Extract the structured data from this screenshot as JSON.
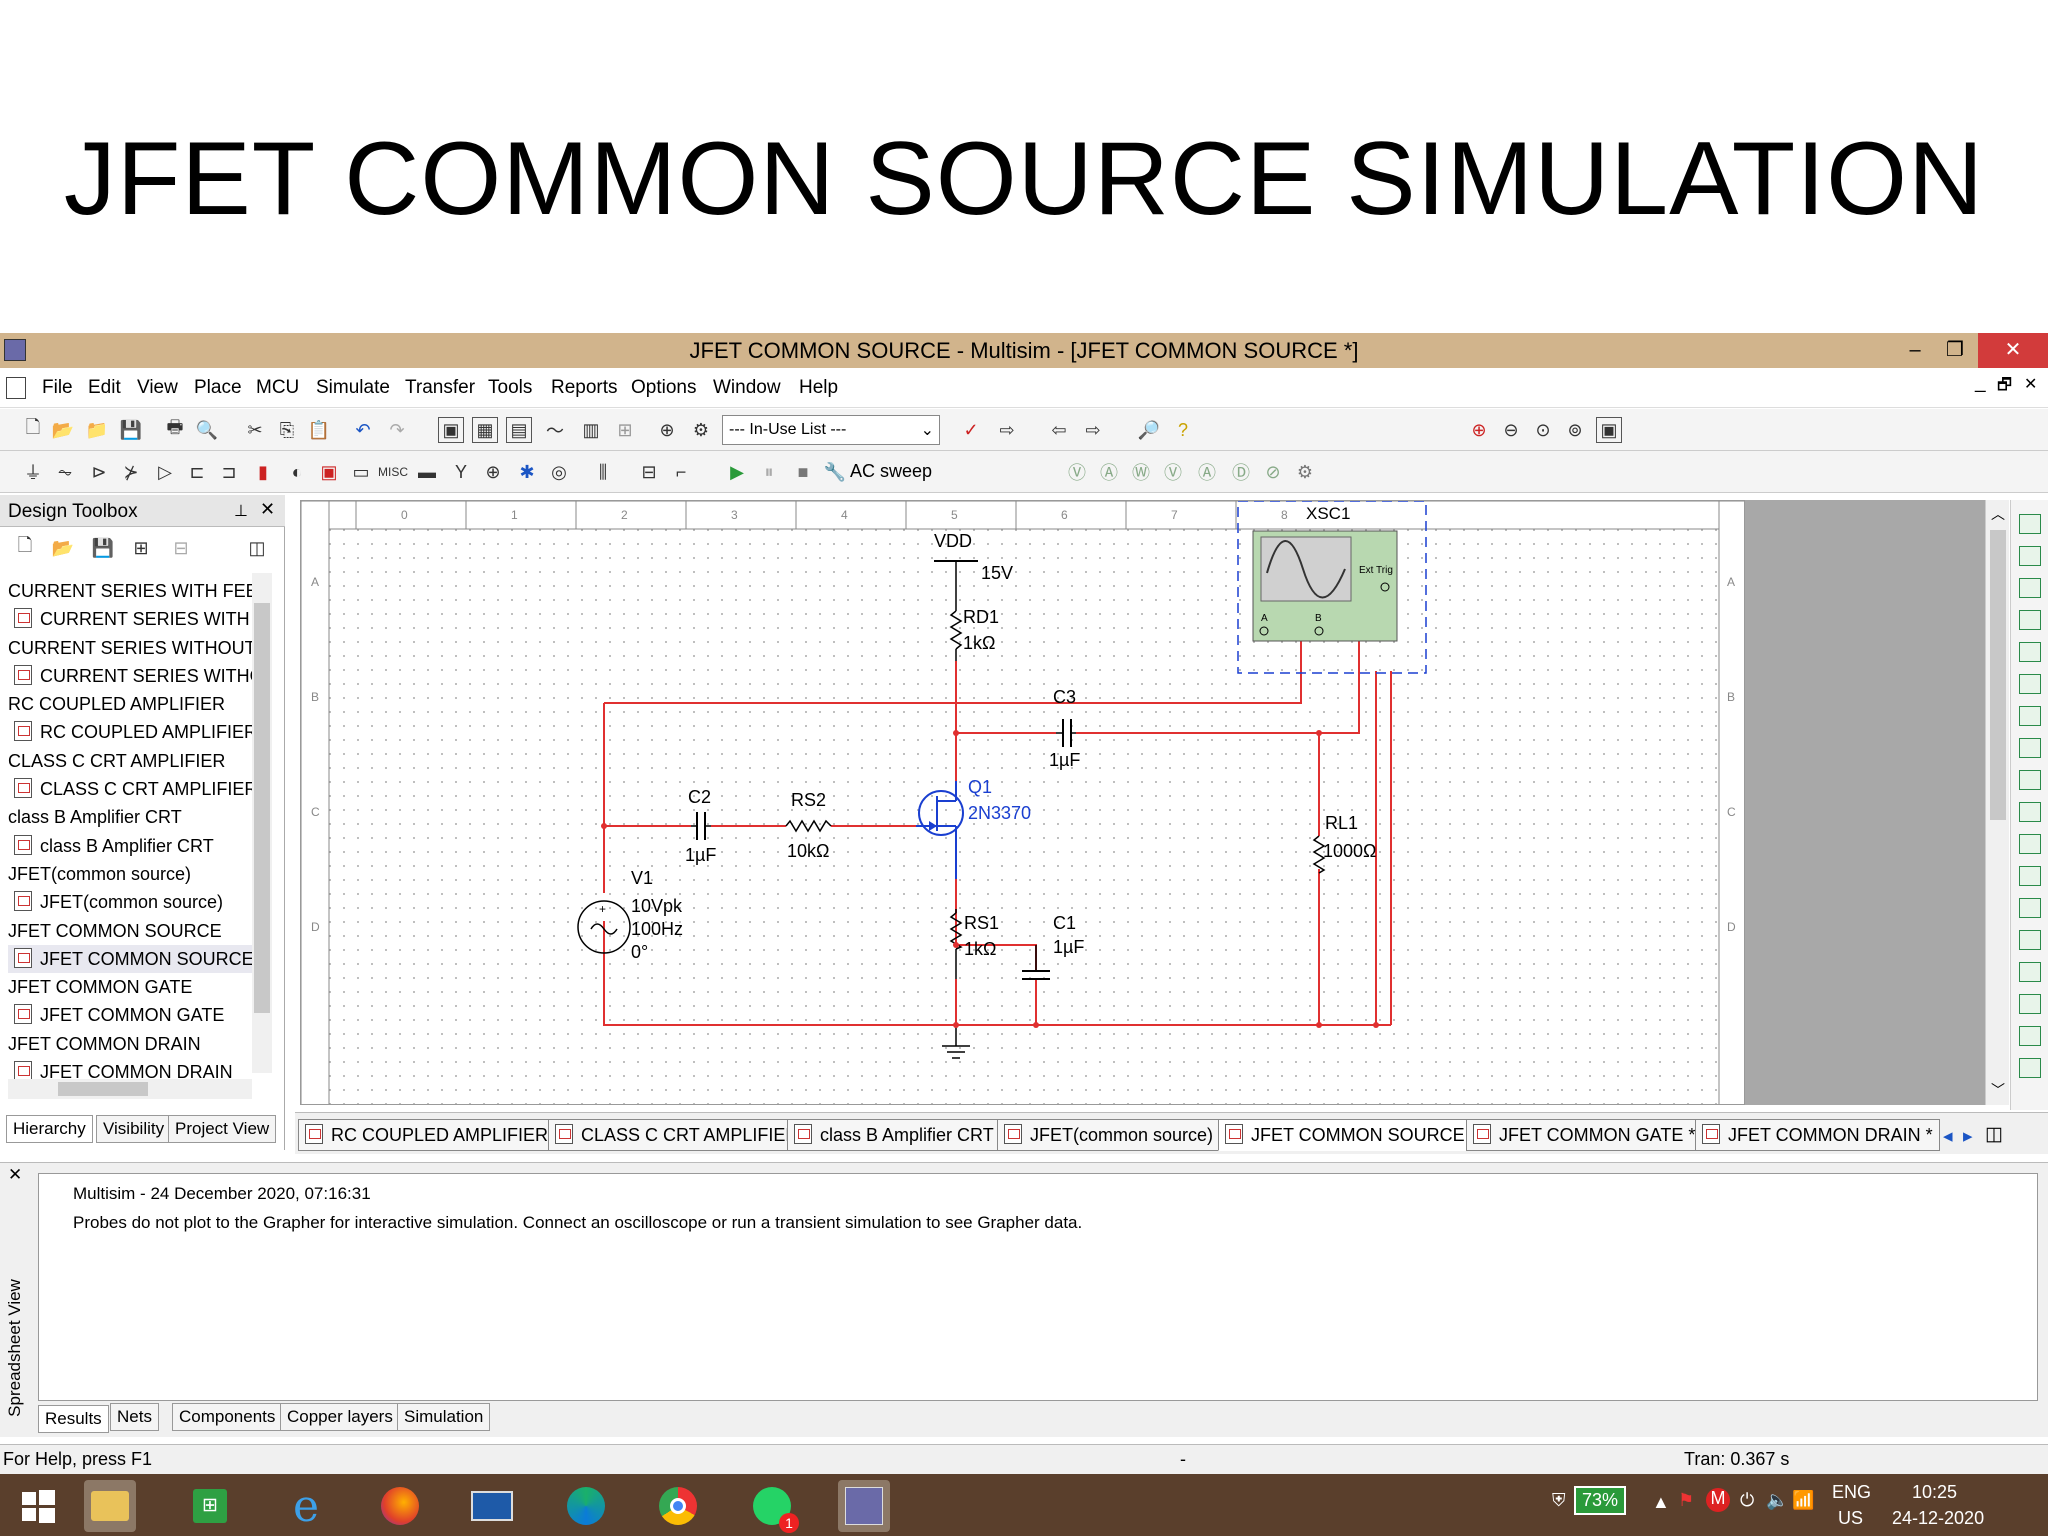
{
  "slide": {
    "title": "JFET COMMON SOURCE SIMULATION"
  },
  "window": {
    "title": "JFET COMMON SOURCE - Multisim - [JFET COMMON SOURCE *]",
    "min": "–",
    "restore": "❐",
    "close": "✕",
    "mdi_min": "_",
    "mdi_restore": "🗗",
    "mdi_close": "✕"
  },
  "menu": [
    "File",
    "Edit",
    "View",
    "Place",
    "MCU",
    "Simulate",
    "Transfer",
    "Tools",
    "Reports",
    "Options",
    "Window",
    "Help"
  ],
  "toolbar": {
    "inuse_list": "--- In-Use List ---",
    "ac_sweep": "AC sweep"
  },
  "toolbox": {
    "title": "Design Toolbox",
    "items": [
      {
        "label": "CURRENT SERIES WITH FEEDB",
        "sub": false
      },
      {
        "label": "CURRENT SERIES WITH FEI",
        "sub": true
      },
      {
        "label": "CURRENT SERIES WITHOUT FE",
        "sub": false
      },
      {
        "label": "CURRENT SERIES WITHOU",
        "sub": true
      },
      {
        "label": "RC COUPLED AMPLIFIER",
        "sub": false
      },
      {
        "label": "RC COUPLED AMPLIFIER",
        "sub": true
      },
      {
        "label": "CLASS C CRT AMPLIFIER",
        "sub": false
      },
      {
        "label": "CLASS C CRT AMPLIFIER",
        "sub": true
      },
      {
        "label": "class B Amplifier CRT",
        "sub": false
      },
      {
        "label": "class B Amplifier CRT",
        "sub": true
      },
      {
        "label": "JFET(common source)",
        "sub": false
      },
      {
        "label": "JFET(common source)",
        "sub": true
      },
      {
        "label": "JFET COMMON SOURCE",
        "sub": false
      },
      {
        "label": "JFET COMMON SOURCE",
        "sub": true
      },
      {
        "label": "JFET COMMON GATE",
        "sub": false
      },
      {
        "label": "JFET COMMON GATE",
        "sub": true
      },
      {
        "label": "JFET COMMON DRAIN",
        "sub": false
      },
      {
        "label": "JFET COMMON DRAIN",
        "sub": true
      }
    ],
    "tabs": [
      "Hierarchy",
      "Visibility",
      "Project View"
    ]
  },
  "schematic": {
    "ruler_cols": [
      "0",
      "1",
      "2",
      "3",
      "4",
      "5",
      "6",
      "7",
      "8"
    ],
    "ruler_rows": [
      "A",
      "B",
      "C",
      "D"
    ],
    "vdd": "VDD",
    "vdd_value": "15V",
    "rd1": "RD1",
    "rd1_value": "1kΩ",
    "c3": "C3",
    "c3_value": "1µF",
    "c2": "C2",
    "c2_value": "1µF",
    "rs2": "RS2",
    "rs2_value": "10kΩ",
    "q1": "Q1",
    "q1_model": "2N3370",
    "rl1": "RL1",
    "rl1_value": "1000Ω",
    "v1": "V1",
    "v1_amp": "10Vpk",
    "v1_freq": "100Hz",
    "v1_phase": "0°",
    "rs1": "RS1",
    "rs1_value": "1kΩ",
    "c1": "C1",
    "c1_value": "1µF",
    "xsc1": "XSC1",
    "ext_trig": "Ext Trig",
    "ch_a": "A",
    "ch_b": "B"
  },
  "doc_tabs": [
    "RC COUPLED AMPLIFIER *",
    "CLASS C CRT AMPLIFIER",
    "class B Amplifier CRT",
    "JFET(common source)",
    "JFET COMMON SOURCE *",
    "JFET COMMON GATE *",
    "JFET COMMON DRAIN *"
  ],
  "spreadsheet": {
    "vertical_label": "Spreadsheet View",
    "header": "Multisim  -  24 December 2020, 07:16:31",
    "message": "Probes do not plot to the Grapher for interactive simulation. Connect an oscilloscope or run a transient simulation to see Grapher data.",
    "tabs": [
      "Results",
      "Nets",
      "Components",
      "Copper layers",
      "Simulation"
    ]
  },
  "status": {
    "help": "For Help, press F1",
    "mid": "-",
    "tran": "Tran: 0.367 s"
  },
  "taskbar": {
    "battery": "73%",
    "lang1": "ENG",
    "lang2": "US",
    "time": "10:25",
    "date": "24-12-2020",
    "badge": "1"
  },
  "colors": {
    "wire": "#e03030",
    "component": "#000000",
    "selected_part": "#1a3fd0",
    "title_bar": "#d1b48c",
    "taskbar": "#5a3f2c"
  }
}
